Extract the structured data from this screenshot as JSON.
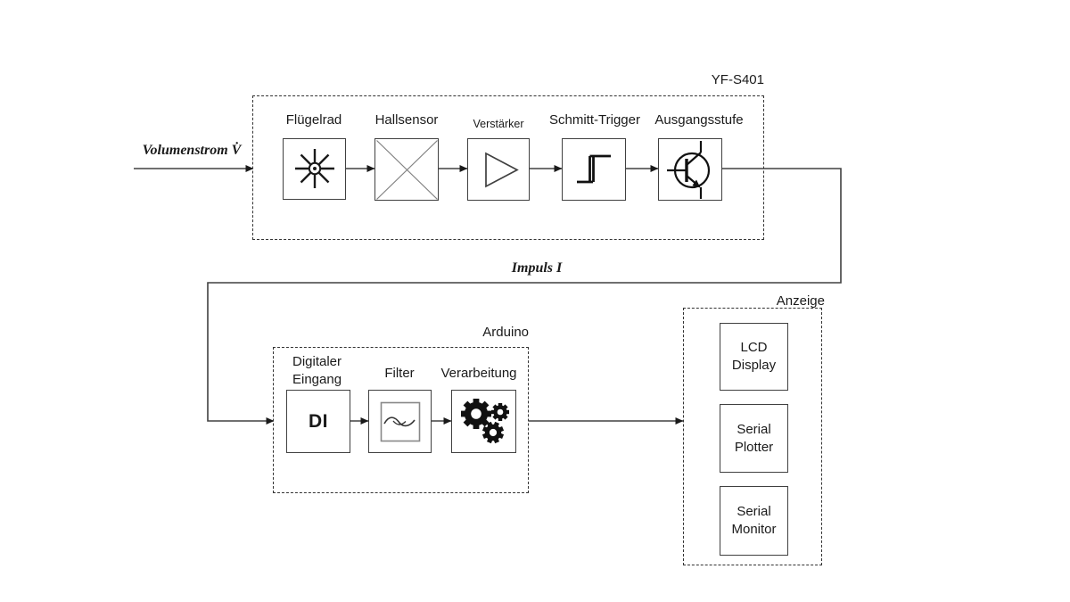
{
  "diagram": {
    "input_label": "Volumenstrom V̇",
    "pulse_label": "Impuls I",
    "sensor": {
      "title": "YF-S401",
      "blocks": [
        {
          "label": "Flügelrad",
          "icon": "impeller-icon"
        },
        {
          "label": "Hallsensor",
          "icon": "crossed-box-icon"
        },
        {
          "label": "Verstärker",
          "icon": "amplifier-icon"
        },
        {
          "label": "Schmitt-Trigger",
          "icon": "hysteresis-icon"
        },
        {
          "label": "Ausgangsstufe",
          "icon": "transistor-icon"
        }
      ]
    },
    "arduino": {
      "title": "Arduino",
      "blocks": [
        {
          "label": "Digitaler Eingang",
          "text": "DI"
        },
        {
          "label": "Filter",
          "icon": "filter-wave-icon"
        },
        {
          "label": "Verarbeitung",
          "icon": "gears-icon"
        }
      ]
    },
    "display": {
      "title": "Anzeige",
      "items": [
        {
          "label": "LCD Display"
        },
        {
          "label": "Serial Plotter"
        },
        {
          "label": "Serial Monitor"
        }
      ]
    },
    "colors": {
      "line": "#404040",
      "text": "#1a1a1a",
      "muted_line": "#808080",
      "background": "#ffffff"
    }
  }
}
